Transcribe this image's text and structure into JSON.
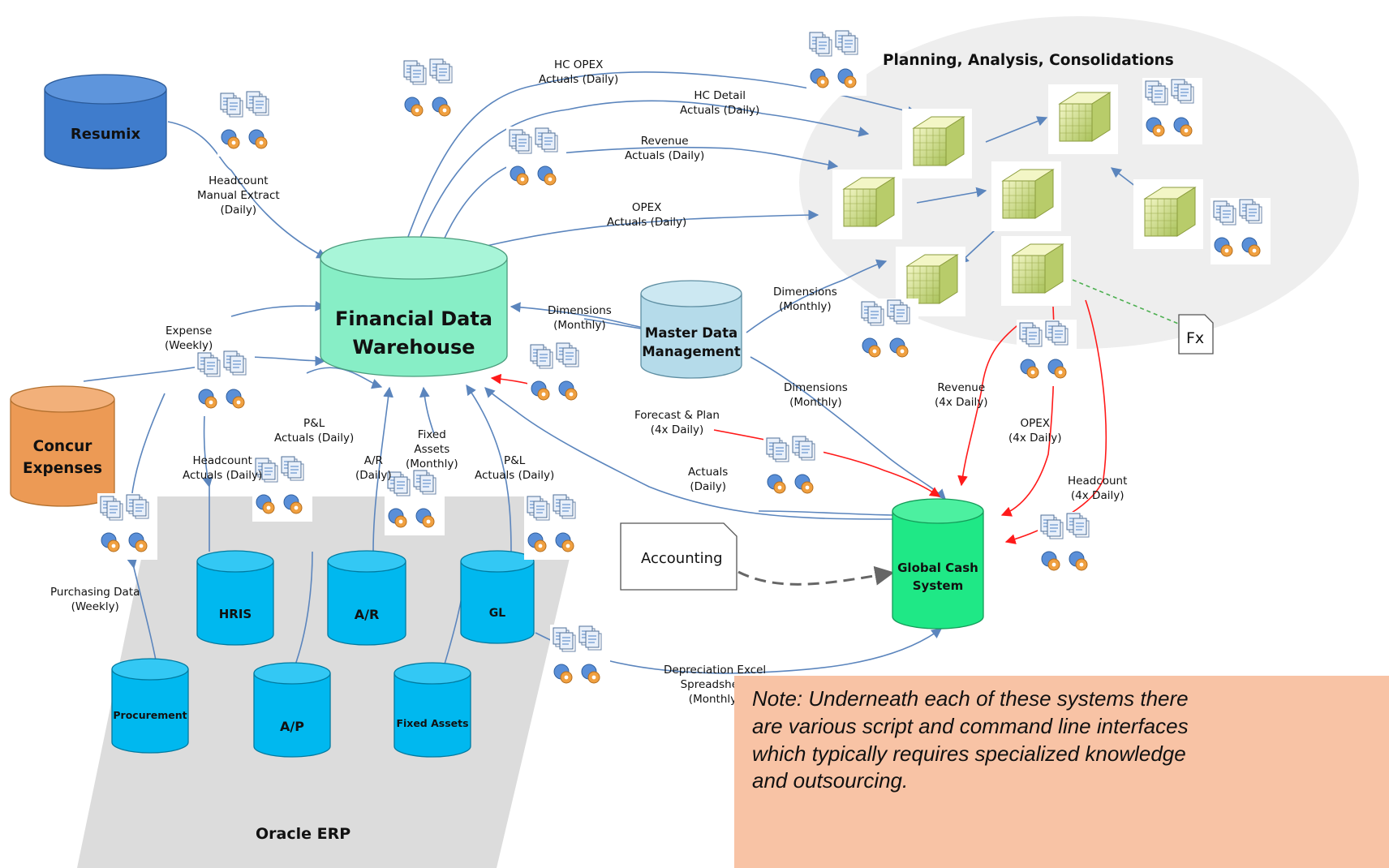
{
  "colors": {
    "line": "#5b85bd",
    "red_line": "#ff1a1a",
    "db_blue": "#3f7ccc",
    "db_green": "#87eec6",
    "db_orange": "#ec9a55",
    "db_light_blue": "#b5dbea",
    "db_cyan": "#00b8ef",
    "db_bright_green": "#1fe886",
    "bubble": "#eeeeee",
    "erp_band": "#dcdcdc",
    "note_bg": "#f8c3a5"
  },
  "databases": {
    "resumix": "Resumix",
    "fdw_line1": "Financial Data",
    "fdw_line2": "Warehouse",
    "concur_line1": "Concur",
    "concur_line2": "Expenses",
    "mdm_line1": "Master Data",
    "mdm_line2": "Management",
    "gcs_line1": "Global Cash",
    "gcs_line2": "System",
    "hris": "HRIS",
    "ar": "A/R",
    "gl": "GL",
    "procurement": "Procurement",
    "ap": "A/P",
    "fixed_assets": "Fixed Assets"
  },
  "regions": {
    "planning": "Planning, Analysis, Consolidations",
    "oracle_erp": "Oracle ERP"
  },
  "documents": {
    "accounting": "Accounting",
    "fx": "Fx"
  },
  "labels": {
    "hc_opex": [
      "HC OPEX",
      "Actuals (Daily)"
    ],
    "hc_detail": [
      "HC Detail",
      "Actuals (Daily)"
    ],
    "revenue_actuals": [
      "Revenue",
      "Actuals (Daily)"
    ],
    "opex_actuals": [
      "OPEX",
      "Actuals (Daily)"
    ],
    "headcount_manual": [
      "Headcount",
      "Manual Extract",
      "(Daily)"
    ],
    "expense": [
      "Expense",
      "(Weekly)"
    ],
    "dimensions_fdw": [
      "Dimensions",
      "(Monthly)"
    ],
    "dimensions_planning": [
      "Dimensions",
      "(Monthly)"
    ],
    "dimensions_gcs": [
      "Dimensions",
      "(Monthly)"
    ],
    "pl_actuals_1": [
      "P&L",
      "Actuals (Daily)"
    ],
    "headcount_actuals": [
      "Headcount",
      "Actuals (Daily)"
    ],
    "ar_daily": [
      "A/R",
      "(Daily)"
    ],
    "fixed_assets_monthly": [
      "Fixed",
      "Assets",
      "(Monthly)"
    ],
    "pl_actuals_2": [
      "P&L",
      "Actuals (Daily)"
    ],
    "forecast_plan": [
      "Forecast & Plan",
      "(4x Daily)"
    ],
    "actuals_daily": [
      "Actuals",
      "(Daily)"
    ],
    "revenue_4x": [
      "Revenue",
      "(4x Daily)"
    ],
    "opex_4x": [
      "OPEX",
      "(4x Daily)"
    ],
    "headcount_4x": [
      "Headcount",
      "(4x Daily)"
    ],
    "purchasing": [
      "Purchasing Data",
      "(Weekly)"
    ],
    "depreciation": [
      "Depreciation Excel",
      "Spreadsheet",
      "(Monthly)"
    ]
  },
  "note": [
    "Note: Underneath each of these systems there",
    "are various script and command line interfaces",
    "which typically requires specialized knowledge",
    "and outsourcing."
  ]
}
